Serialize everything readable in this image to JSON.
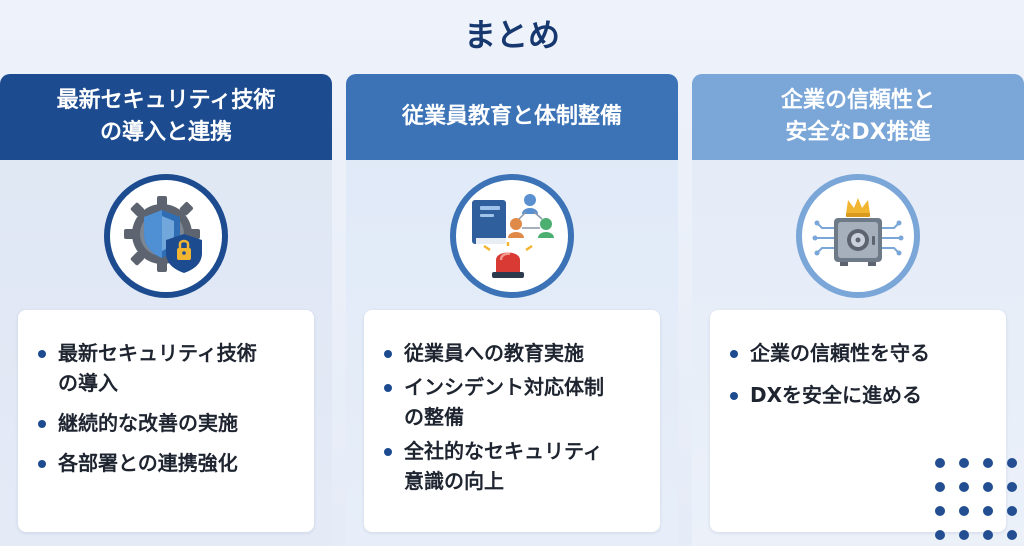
{
  "title": "まとめ",
  "columns": [
    {
      "heading": "最新セキュリティ技術\nの導入と連携",
      "icon": "shield-gear-lock-icon",
      "items": [
        "最新セキュリティ技術\nの導入",
        "継続的な改善の実施",
        "各部署との連携強化"
      ]
    },
    {
      "heading": "従業員教育と体制整備",
      "icon": "book-team-alarm-icon",
      "items": [
        "従業員への教育実施",
        "インシデント対応体制\nの整備",
        "全社的なセキュリティ\n意識の向上"
      ]
    },
    {
      "heading": "企業の信頼性と\n安全なDX推進",
      "icon": "safe-crown-circuit-icon",
      "items": [
        "企業の信頼性を守る",
        "DXを安全に進める"
      ]
    }
  ],
  "colors": {
    "title": "#17386f",
    "column1_header": "#1c4c8f",
    "column2_header": "#3c73b6",
    "column3_header": "#7aa6d8",
    "bullet": "#1c4c8f"
  }
}
